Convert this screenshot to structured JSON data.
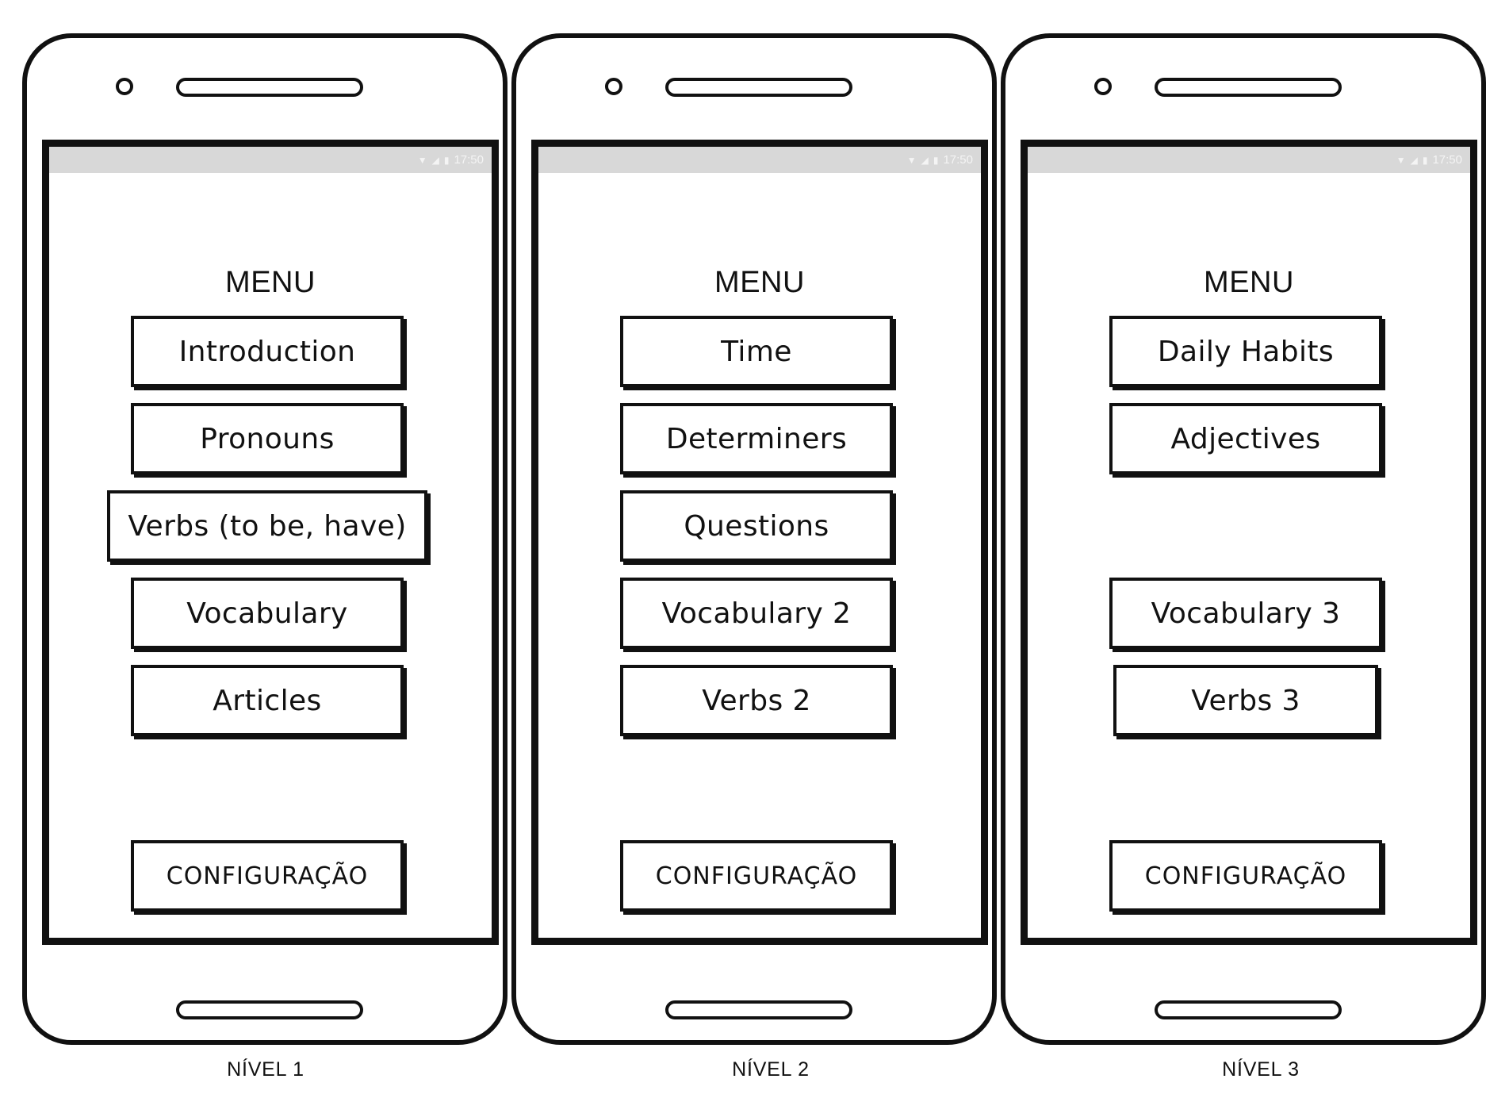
{
  "phones": [
    {
      "menu_title": "MENU",
      "items": [
        "Introduction",
        "Pronouns",
        "Verbs (to be, have)",
        "Vocabulary",
        "Articles"
      ],
      "config": "CONFIGURAÇÃO",
      "status_time": "17:50",
      "level_label": "NÍVEL 1"
    },
    {
      "menu_title": "MENU",
      "items": [
        "Time",
        "Determiners",
        "Questions",
        "Vocabulary 2",
        "Verbs 2"
      ],
      "config": "CONFIGURAÇÃO",
      "status_time": "17:50",
      "level_label": "NÍVEL 2"
    },
    {
      "menu_title": "MENU",
      "items": [
        "Daily Habits",
        "Adjectives",
        "Vocabulary 3",
        "Verbs 3"
      ],
      "config": "CONFIGURAÇÃO",
      "status_time": "17:50",
      "level_label": "NÍVEL 3"
    }
  ],
  "status_icons": [
    "wifi-icon",
    "signal-icon",
    "battery-icon"
  ]
}
